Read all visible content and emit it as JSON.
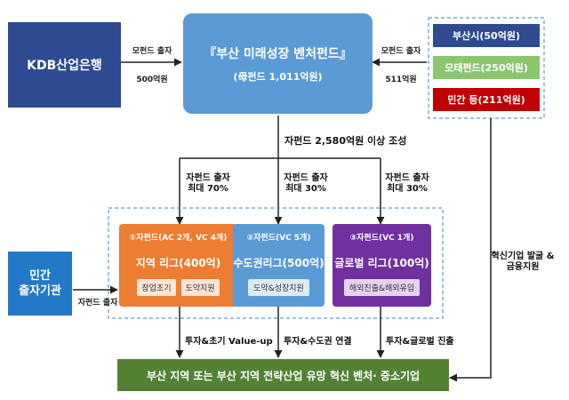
{
  "kdb": {
    "label": "KDB산업은행"
  },
  "kdb_arrow": {
    "top": "모펀드 출자",
    "bottom": "500억원"
  },
  "mother_fund": {
    "title": "『부산 미래성장 벤처펀드』",
    "subtitle": "(母펀드 1,011억원)"
  },
  "right_arrow": {
    "top": "모펀드 출자",
    "bottom": "511억원"
  },
  "investors": [
    {
      "label": "부산시(50억원)"
    },
    {
      "label": "모태펀드(250억원)"
    },
    {
      "label": "민간 등(211억원)"
    }
  ],
  "sub_fund_total": "자펀드 2,580억원 이상 조성",
  "branch_labels": [
    {
      "line1": "자펀드 출자",
      "line2": "최대 70%"
    },
    {
      "line1": "자펀드 출자",
      "line2": "최대 30%"
    },
    {
      "line1": "자펀드 출자",
      "line2": "최대 30%"
    }
  ],
  "private": {
    "line1": "민간",
    "line2": "출자기관",
    "arrow": "자펀드 출자"
  },
  "leagues": [
    {
      "header": "①자펀드(AC 2개, VC 4개)",
      "title": "지역 리그(400억)",
      "tags": [
        "창업초기",
        "도약지원"
      ]
    },
    {
      "header": "②자펀드(VC 5개)",
      "title": "수도권리그(500억)",
      "tags": [
        "도약&성장지원"
      ]
    },
    {
      "header": "③자펀드(VC 1개)",
      "title": "글로벌 리그(100억)",
      "tags": [
        "해외진출&해외유입"
      ]
    }
  ],
  "outcomes": [
    "투자&초기 Value-up",
    "투자&수도권 연결",
    "투자&글로벌 진출"
  ],
  "right_side_label": {
    "line1": "혁신기업 발굴 &",
    "line2": "금융지원"
  },
  "target": {
    "label": "부산 지역 또는 부산 지역 전략산업 유망 혁신 벤처· 중소기업"
  },
  "colors": {
    "navy": "#2e4a91",
    "sky": "#5b9bd5",
    "green": "#70ad47",
    "red": "#c00000",
    "orange": "#ed7d31",
    "purple": "#7030a0",
    "dark_green": "#548235"
  }
}
